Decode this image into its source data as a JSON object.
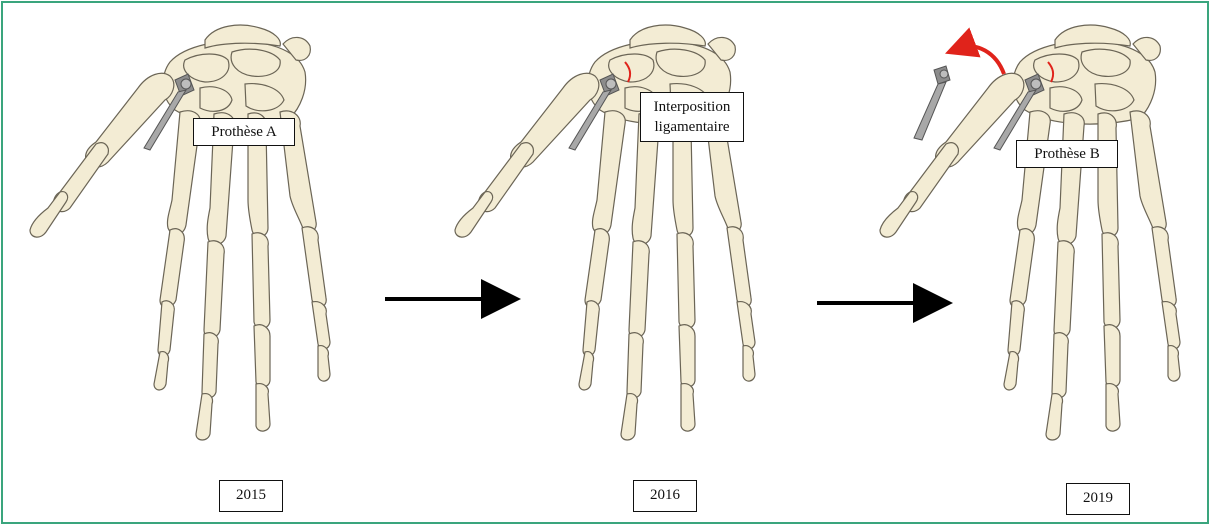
{
  "colors": {
    "border": "#3aa57d",
    "bone_fill": "#f3ecd4",
    "bone_stroke": "#6b6556",
    "implant": "#a8a8a8",
    "implant_dark": "#6e6e6e",
    "arrow": "#000000",
    "ligament": "#e0231b"
  },
  "panels": [
    {
      "year": "2015",
      "label": "Prothèse A"
    },
    {
      "year": "2016",
      "label_line1": "Interposition",
      "label_line2": "ligamentaire"
    },
    {
      "year": "2019",
      "label": "Prothèse B"
    }
  ],
  "icons": {
    "transition_arrow": "right-arrow-icon",
    "removal_arrow": "curved-red-arrow-icon"
  }
}
